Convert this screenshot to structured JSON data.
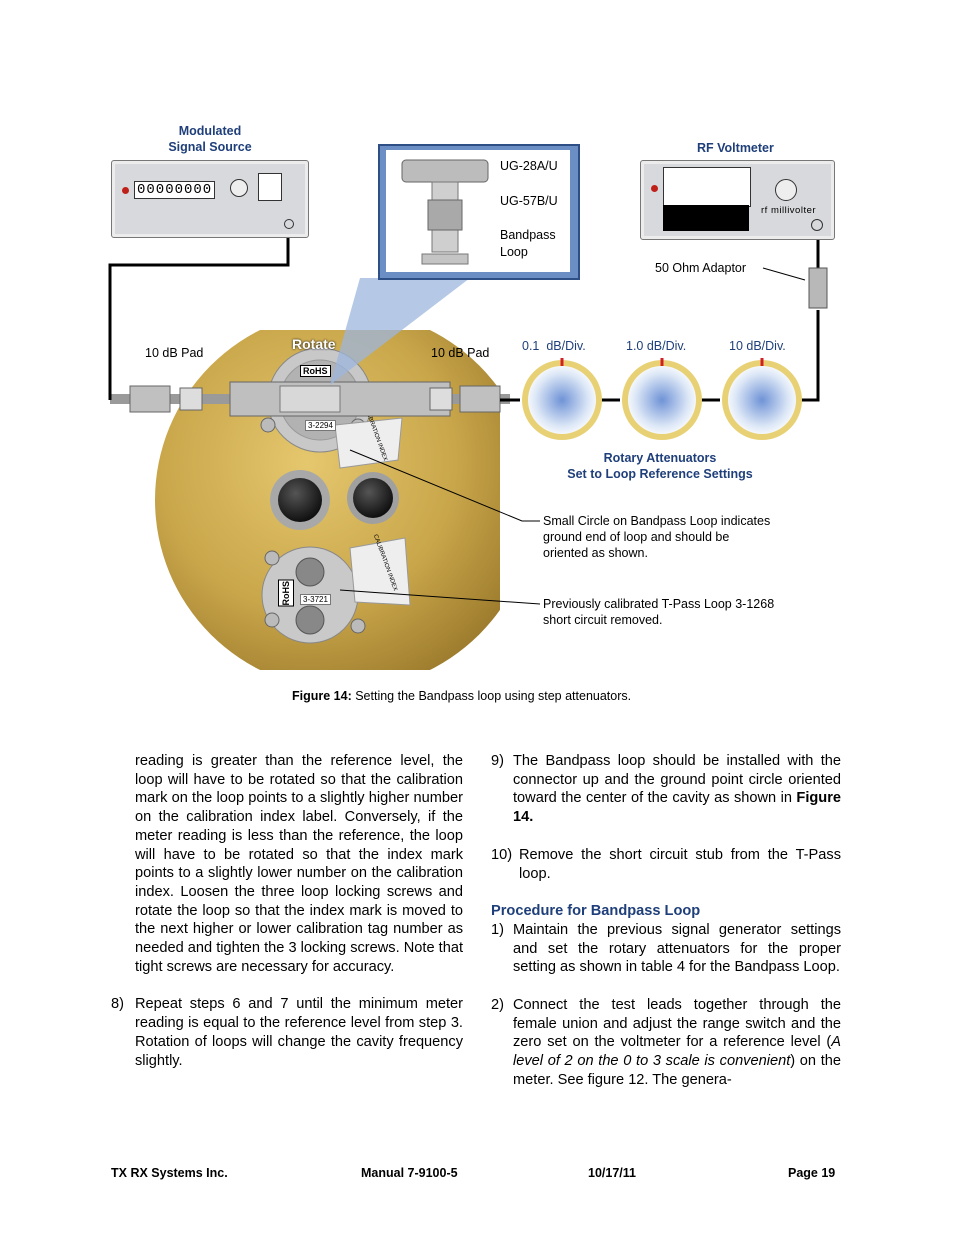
{
  "figure": {
    "signal_source_label_line1": "Modulated",
    "signal_source_label_line2": "Signal Source",
    "signal_source_display": "00000000",
    "rf_voltmeter_label": "RF Voltmeter",
    "rf_millivolter_text": "rf millivolter",
    "inset_labels": {
      "ug28": "UG-28A/U",
      "ug57": "UG-57B/U",
      "bandpass_line1": "Bandpass",
      "bandpass_line2": "Loop"
    },
    "adaptor_label": "50 Ohm Adaptor",
    "pad_left": "10 dB Pad",
    "pad_right": "10 dB Pad",
    "rotate_label": "Rotate",
    "rohs_label": "RoHS",
    "loop_tag_1": "3-2294",
    "loop_tag_2": "3-3721",
    "calibration_index": "CALIBRATION INDEX",
    "attenuator_scales": [
      "0.1  dB/Div.",
      "1.0 dB/Div.",
      "10 dB/Div."
    ],
    "rotary_label_line1": "Rotary Attenuators",
    "rotary_label_line2": "Set to Loop Reference Settings",
    "callout_1": [
      "Small Circle on Bandpass Loop indicates",
      "ground end of loop and should be",
      "oriented as shown."
    ],
    "callout_2": [
      "Previously calibrated T-Pass Loop 3-1268",
      "short circuit removed."
    ],
    "caption_bold": "Figure 14:",
    "caption_text": " Setting the Bandpass loop using step attenuators."
  },
  "left_column": {
    "paragraph": "reading is greater than the reference level, the loop will have to be rotated so that the calibration mark on the loop points to a slightly higher number on the calibration index label. Conversely, if the meter reading is less than the reference, the loop will have to be rotated so that the index mark points to a slightly lower number on the calibration index. Loosen the three loop locking screws and rotate the loop so that the index mark is moved to the next higher or lower calibration tag number as needed and tighten the 3 locking screws. Note that tight screws are necessary for accuracy.",
    "step8_num": "8)",
    "step8_text": "Repeat steps 6 and 7 until the minimum meter reading is equal to the reference level from step 3. Rotation of loops will change the cavity frequency slightly."
  },
  "right_column": {
    "step9_num": "9)",
    "step9_text": "The Bandpass loop should be installed with the connector up and the ground point circle oriented toward the center of the cavity as shown in ",
    "step9_bold": "Figure 14.",
    "step10_num": "10)",
    "step10_text": "Remove the short circuit stub from the T-Pass loop.",
    "heading": "Procedure for Bandpass Loop",
    "step1_num": "1)",
    "step1_text": "Maintain the previous signal generator settings and set the rotary attenuators for the proper setting as shown in table 4 for the Bandpass Loop.",
    "step2_num": "2)",
    "step2_pre": "Connect the test leads together through the female union and adjust the range switch and the zero set on the voltmeter for a reference level (",
    "step2_italic": "A level of 2 on the 0 to 3 scale is convenient",
    "step2_post": ") on the meter. See figure 12. The genera-"
  },
  "footer": {
    "company": "TX RX Systems Inc.",
    "manual": "Manual 7-9100-5",
    "date": "10/17/11",
    "page": "Page 19"
  },
  "colors": {
    "heading_blue": "#1f3f7a",
    "cavity_gold": "#c9a64a",
    "inset_bg": "#6b8fc4"
  }
}
